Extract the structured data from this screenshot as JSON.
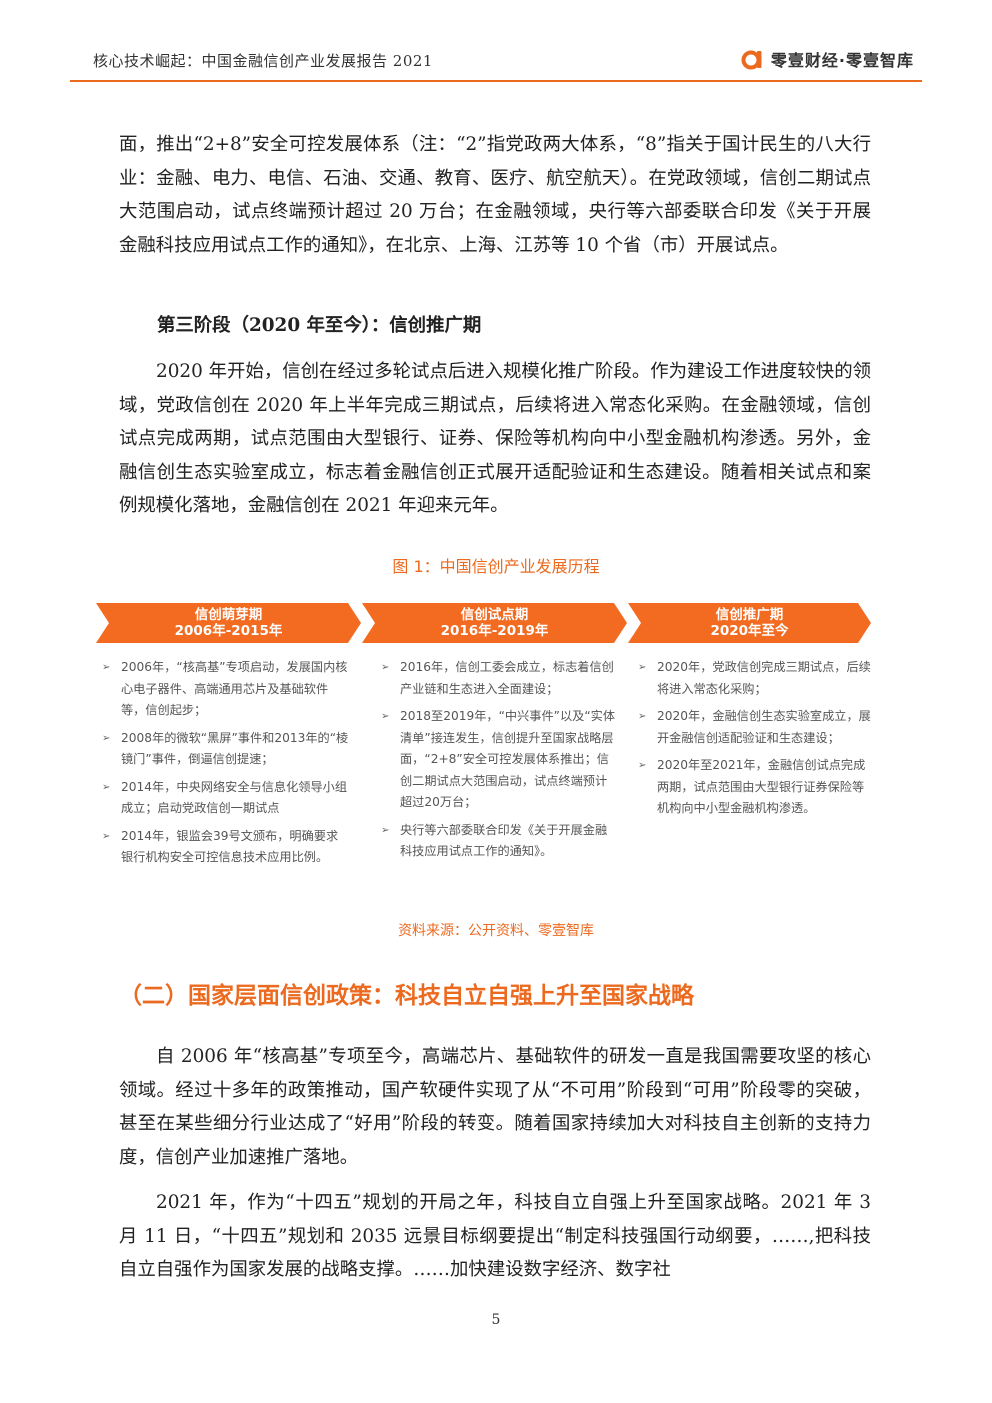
{
  "header": {
    "title": "核心技术崛起：中国金融信创产业发展报告 2021",
    "logo_text": "零壹财经·零壹智库",
    "accent_color": "#ec6a1f"
  },
  "body": {
    "para1": "面，推出“2+8”安全可控发展体系（注：“2”指党政两大体系，“8”指关于国计民生的八大行业：金融、电力、电信、石油、交通、教育、医疗、航空航天）。在党政领域，信创二期试点大范围启动，试点终端预计超过 20 万台；在金融领域，央行等六部委联合印发《关于开展金融科技应用试点工作的通知》，在北京、上海、江苏等 10 个省（市）开展试点。",
    "stage3_title": "第三阶段（2020 年至今）：信创推广期",
    "para2": "2020 年开始，信创在经过多轮试点后进入规模化推广阶段。作为建设工作进度较快的领域，党政信创在 2020 年上半年完成三期试点，后续将进入常态化采购。在金融领域，信创试点完成两期，试点范围由大型银行、证券、保险等机构向中小型金融机构渗透。另外，金融信创生态实验室成立，标志着金融信创正式展开适配验证和生态建设。随着相关试点和案例规模化落地，金融信创在 2021 年迎来元年。"
  },
  "figure": {
    "caption": "图 1：中国信创产业发展历程",
    "source": "资料来源：公开资料、零壹智库",
    "banner_color": "#f26b21",
    "stages": [
      {
        "name": "信创萌芽期",
        "period": "2006年-2015年",
        "items": [
          "2006年，“核高基”专项启动，发展国内核心电子器件、高端通用芯片及基础软件等，信创起步；",
          "2008年的微软“黑屏”事件和2013年的“棱镜门”事件，倒逼信创提速；",
          "2014年，中央网络安全与信息化领导小组成立；启动党政信创一期试点",
          "2014年，银监会39号文颁布，明确要求银行机构安全可控信息技术应用比例。"
        ]
      },
      {
        "name": "信创试点期",
        "period": "2016年-2019年",
        "items": [
          "2016年，信创工委会成立，标志着信创产业链和生态进入全面建设；",
          "2018至2019年，“中兴事件”以及“实体清单”接连发生，信创提升至国家战略层面，“2+8”安全可控发展体系推出；信创二期试点大范围启动，试点终端预计超过20万台；",
          "央行等六部委联合印发《关于开展金融科技应用试点工作的通知》。"
        ]
      },
      {
        "name": "信创推广期",
        "period": "2020年至今",
        "items": [
          "2020年，党政信创完成三期试点，后续将进入常态化采购；",
          "2020年，金融信创生态实验室成立，展开金融信创适配验证和生态建设；",
          "2020年至2021年，金融信创试点完成两期，试点范围由大型银行证券保险等机构向中小型金融机构渗透。"
        ]
      }
    ]
  },
  "section2": {
    "heading": "（二）国家层面信创政策：科技自立自强上升至国家战略",
    "para1": "自 2006 年“核高基”专项至今，高端芯片、基础软件的研发一直是我国需要攻坚的核心领域。经过十多年的政策推动，国产软硬件实现了从“不可用”阶段到“可用”阶段零的突破，甚至在某些细分行业达成了“好用”阶段的转变。随着国家持续加大对科技自主创新的支持力度，信创产业加速推广落地。",
    "para2": "2021 年，作为“十四五”规划的开局之年，科技自立自强上升至国家战略。2021 年 3 月 11 日，“十四五”规划和 2035 远景目标纲要提出“制定科技强国行动纲要，……,把科技自立自强作为国家发展的战略支撑。……加快建设数字经济、数字社"
  },
  "footer": {
    "page_number": "5"
  }
}
